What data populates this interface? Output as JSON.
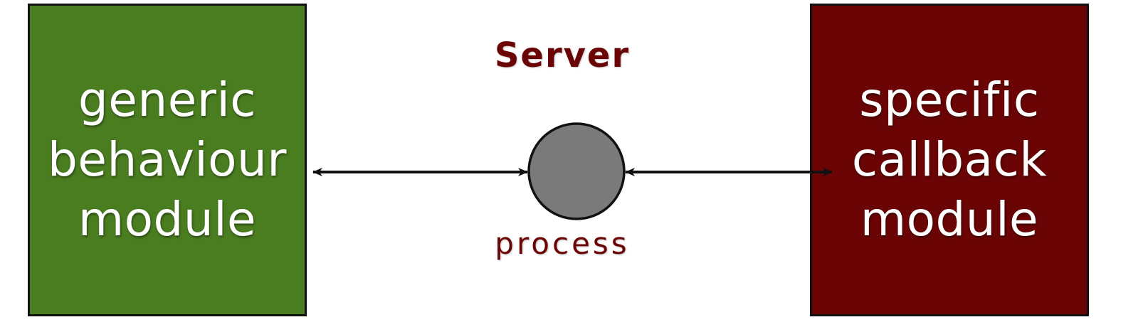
{
  "server": {
    "title": "Server",
    "process_label": "process"
  },
  "left_module": {
    "lines": [
      "generic",
      "behaviour",
      "module"
    ]
  },
  "right_module": {
    "lines": [
      "specific",
      "callback",
      "module"
    ]
  },
  "colors": {
    "left_module_fill": "#4a7d20",
    "right_module_fill": "#6b0505",
    "label_accent": "#6b0505",
    "process_node_fill": "#7a7a7a",
    "border": "#111111"
  }
}
